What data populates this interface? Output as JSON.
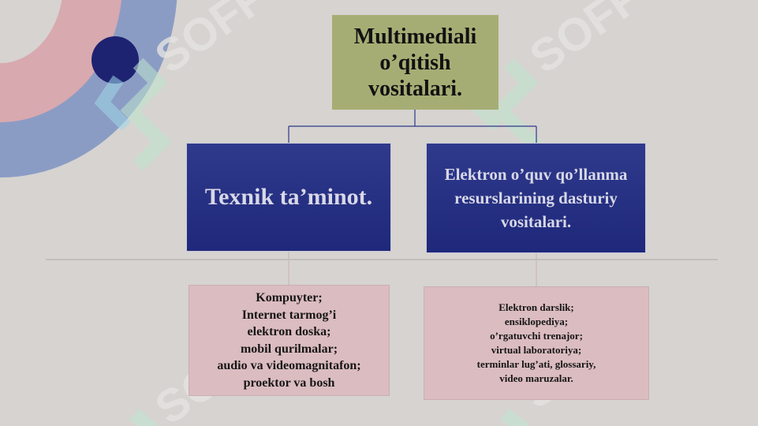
{
  "root": {
    "title": "Multimediali o’qitish vositalari."
  },
  "branches": [
    {
      "label": "Texnik ta’minot.",
      "items": [
        "Kompuyter;",
        "Internet tarmog’i",
        "elektron doska;",
        "mobil qurilmalar;",
        "audio va videomagnitafon;",
        "proektor va bosh"
      ]
    },
    {
      "label": "Elektron o’quv qo’llanma resurslarining dasturiy vositalari.",
      "items": [
        "Elektron darslik;",
        "ensiklopediya;",
        "o’rgatuvchi trenajor;",
        "virtual laboratoriya;",
        "terminlar lug’ati, glossariy,",
        "video maruzalar."
      ]
    }
  ],
  "watermark": {
    "text": "SOFF"
  },
  "colors": {
    "background": "#d6d3d0",
    "root_fill": "#a6ad74",
    "branch_fill": "#27307f",
    "leaf_fill": "#dbbcc0",
    "arc_pink": "#d8a9af",
    "arc_blue": "#8b9cc4",
    "dot": "#1d2371",
    "connector": "#2b3a8a",
    "watermark_green": "#bfe6cf"
  }
}
